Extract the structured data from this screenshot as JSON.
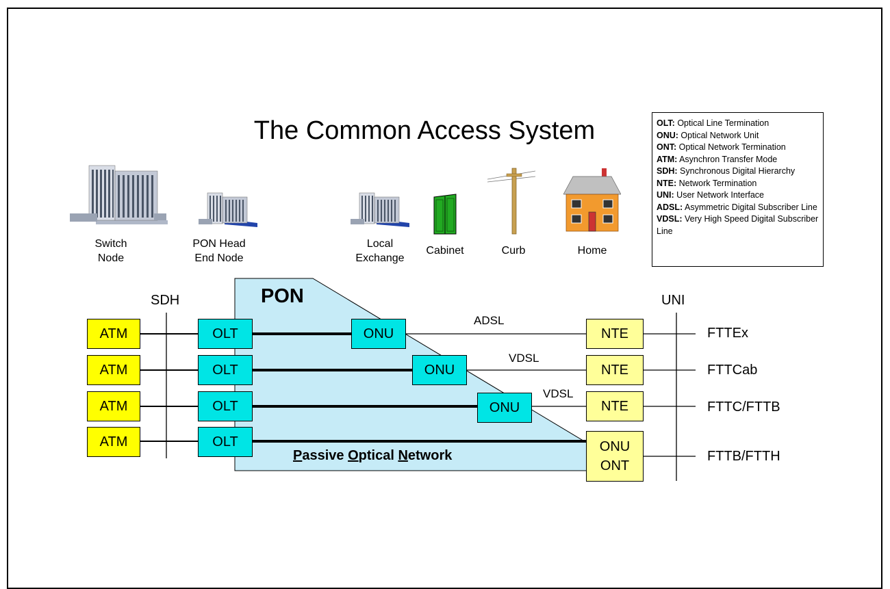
{
  "title": "The Common Access System",
  "legend": [
    {
      "abbr": "OLT:",
      "text": " Optical Line Termination"
    },
    {
      "abbr": "ONU:",
      "text": " Optical Network Unit"
    },
    {
      "abbr": "ONT:",
      "text": "  Optical Network Termination"
    },
    {
      "abbr": "ATM:",
      "text": " Asynchron Transfer Mode"
    },
    {
      "abbr": "SDH:",
      "text": " Synchronous Digital Hierarchy"
    },
    {
      "abbr": "NTE:",
      "text": " Network Termination"
    },
    {
      "abbr": "UNI:",
      "text": " User Network Interface"
    },
    {
      "abbr": "ADSL:",
      "text": "  Asymmetric Digital Subscriber Line"
    },
    {
      "abbr": "VDSL:",
      "text": " Very High Speed Digital Subscriber Line"
    }
  ],
  "icons": {
    "switch_node": [
      "Switch",
      "Node"
    ],
    "pon_head": [
      "PON Head",
      "End Node"
    ],
    "local_exchange": [
      "Local",
      "Exchange"
    ],
    "cabinet": "Cabinet",
    "curb": "Curb",
    "home": "Home"
  },
  "labels": {
    "sdh": "SDH",
    "uni": "UNI",
    "pon": "PON",
    "adsl": "ADSL",
    "vdsl1": "VDSL",
    "vdsl2": "VDSL"
  },
  "pon_subtitle": {
    "p": "P",
    "assive": "assive ",
    "o": "O",
    "ptical": "ptical ",
    "n": "N",
    "etwork": "etwork"
  },
  "rows": [
    {
      "atm": "ATM",
      "olt": "OLT",
      "onu": "ONU",
      "nte": "NTE",
      "fttx": "FTTEx"
    },
    {
      "atm": "ATM",
      "olt": "OLT",
      "onu": "ONU",
      "nte": "NTE",
      "fttx": "FTTCab"
    },
    {
      "atm": "ATM",
      "olt": "OLT",
      "onu": "ONU",
      "nte": "NTE",
      "fttx": "FTTC/FTTB"
    },
    {
      "atm": "ATM",
      "olt": "OLT",
      "onu_ont": [
        "ONU",
        "ONT"
      ],
      "fttx": "FTTB/FTTH"
    }
  ],
  "colors": {
    "atm": "#ffff00",
    "olt_onu": "#00e5e5",
    "nte": "#ffff99",
    "pon_area": "#c6ebf7"
  }
}
